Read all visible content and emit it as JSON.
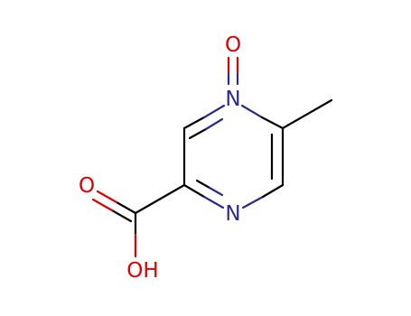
{
  "molecule": {
    "atoms": {
      "oxide_oxygen": "O",
      "ring_nitrogen_top": "N",
      "ring_nitrogen_bottom": "N",
      "carbonyl_oxygen": "O",
      "hydroxyl": "OH"
    },
    "colors": {
      "bond": "#000000",
      "nitrogen": "#2b2b8c",
      "oxygen": "#e00000"
    }
  }
}
